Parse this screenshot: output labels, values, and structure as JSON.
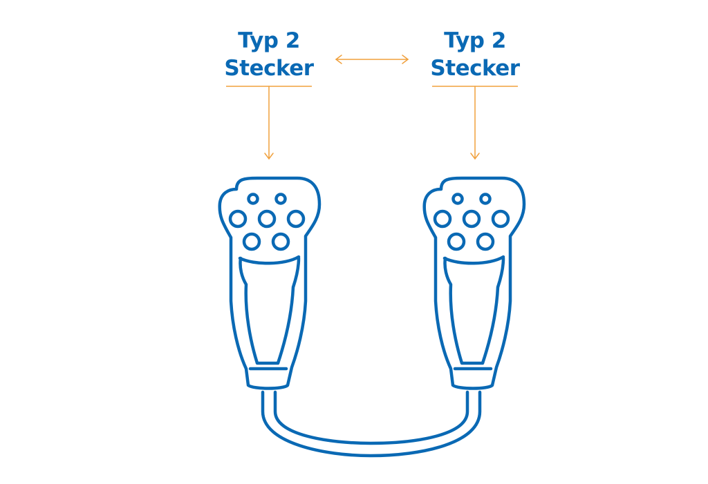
{
  "colors": {
    "plug_outline": "#0a69b4",
    "annotation": "#f0a03c",
    "background": "#ffffff"
  },
  "connectors": [
    {
      "line1": "Typ 2",
      "line2": "Stecker"
    },
    {
      "line1": "Typ 2",
      "line2": "Stecker"
    }
  ],
  "icons": {
    "bidirectional_arrow": "double-arrow-icon",
    "pointer_arrow": "down-arrow-icon",
    "plug": "type-2-plug-icon",
    "cable": "cable-icon"
  }
}
